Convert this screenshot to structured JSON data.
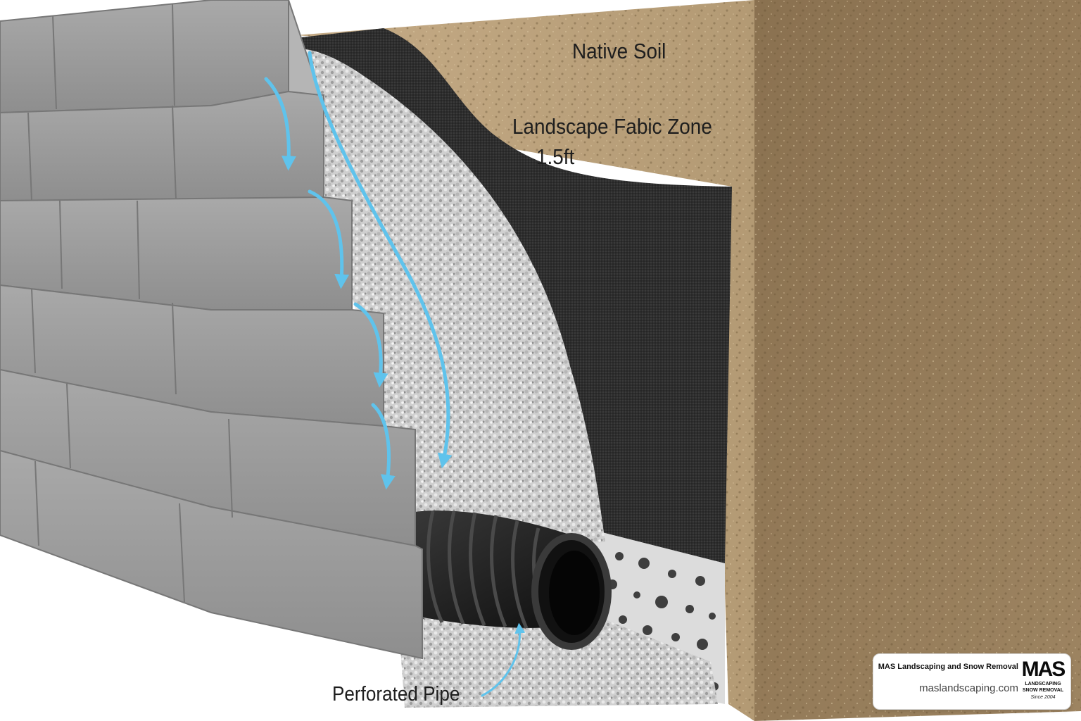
{
  "labels": {
    "native_soil": "Native Soil",
    "fabric_zone": "Landscape Fabic Zone",
    "fabric_depth": "1.5ft",
    "pipe": "Perforated Pipe"
  },
  "brand": {
    "name": "MAS Landscaping and Snow Removal",
    "url": "maslandscaping.com",
    "logo_mark": "MAS",
    "logo_line1": "LANDSCAPING",
    "logo_line2": "SNOW REMOVAL",
    "logo_since": "Since 2004"
  },
  "colors": {
    "water_arrow": "#5fc3ec",
    "block": "#9a9a9a",
    "gravel": "#c9c9c9",
    "fabric": "#2f2f2f",
    "soil": "#a88f6c",
    "pipe": "#151515"
  },
  "icons": [
    "water-flow-arrow-icon",
    "pipe-pointer-arrow-icon"
  ]
}
